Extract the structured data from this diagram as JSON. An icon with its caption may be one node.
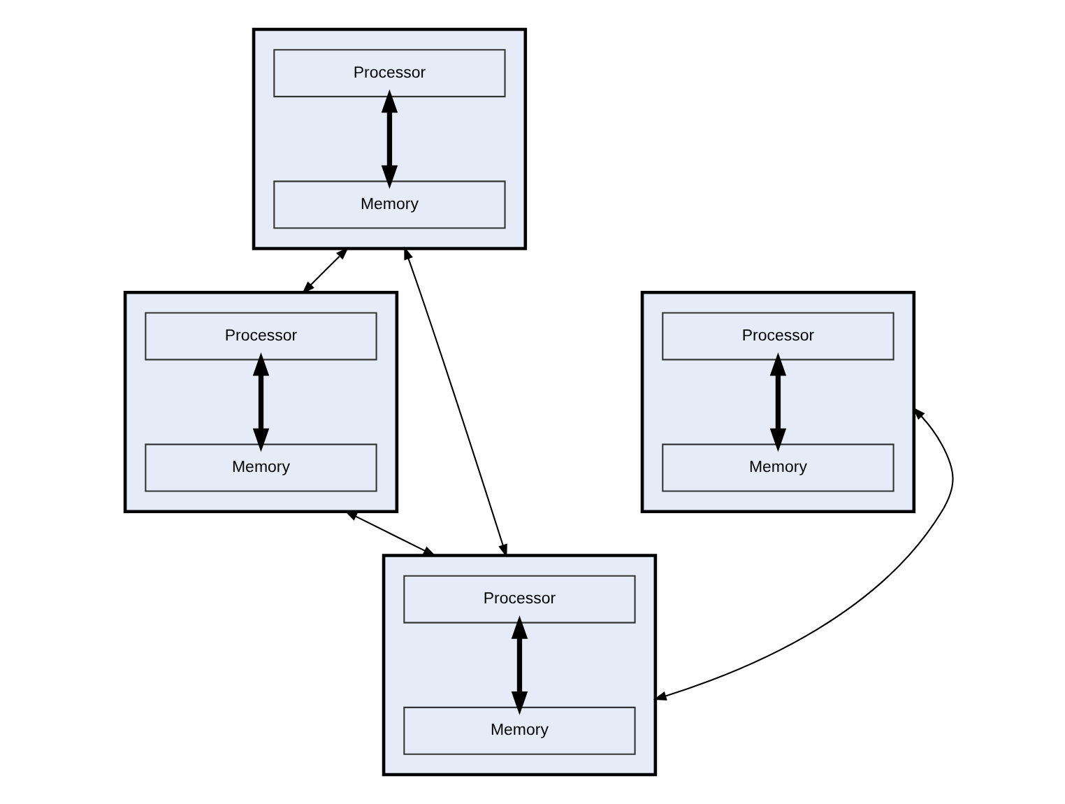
{
  "diagram": {
    "nodes": [
      {
        "text": [],
        "shape": "box"
      },
      {
        "text": [
          "Processor"
        ],
        "in": 0
      },
      {
        "text": [
          "Memory"
        ],
        "in": 0
      },
      {
        "text": [],
        "shape": "box"
      },
      {
        "text": [
          "Processor"
        ],
        "in": 3
      },
      {
        "text": [
          "Memory"
        ],
        "in": 3
      },
      {
        "text": [],
        "shape": "box"
      },
      {
        "text": [
          "Processor"
        ],
        "in": 6
      },
      {
        "text": [
          "Memory"
        ],
        "in": 6
      },
      {
        "text": [],
        "shape": "box"
      },
      {
        "text": [
          "Processor"
        ],
        "in": 9
      },
      {
        "text": [
          "Memory"
        ],
        "in": 9
      }
    ],
    "edges": [
      {
        "from": 1,
        "to": 2,
        "arrow": "both",
        "style": "thick"
      },
      {
        "from": 4,
        "to": 5,
        "arrow": "both",
        "style": "thick"
      },
      {
        "from": 7,
        "to": 8,
        "arrow": "both",
        "style": "thick"
      },
      {
        "from": 10,
        "to": 11,
        "arrow": "both",
        "style": "thick"
      },
      {
        "from": 0,
        "to": 3,
        "arrow": "both"
      },
      {
        "from": 0,
        "to": 9,
        "arrow": "both"
      },
      {
        "from": 3,
        "to": 9,
        "arrow": "both"
      },
      {
        "from": 9,
        "to": 6,
        "arrow": "both"
      }
    ]
  }
}
